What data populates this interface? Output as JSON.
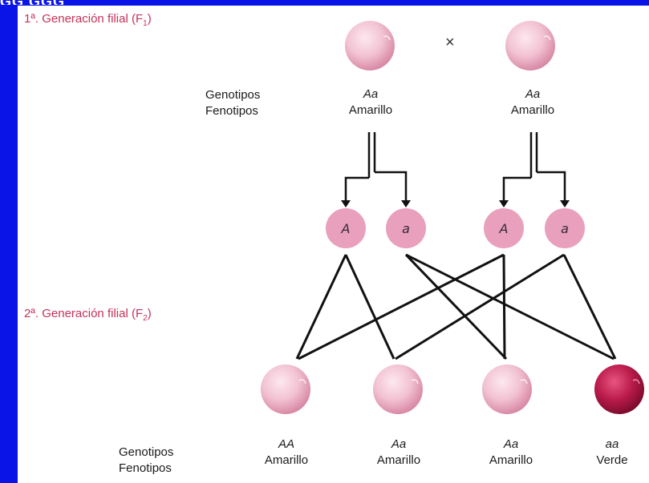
{
  "f1": {
    "title": "1ª. Generación filial (F",
    "title_sub": "1",
    "cross_symbol": "×",
    "labels": {
      "genotype": "Genotipos",
      "phenotype": "Fenotipos"
    },
    "parents": [
      {
        "genotype": "Aa",
        "phenotype": "Amarillo"
      },
      {
        "genotype": "Aa",
        "phenotype": "Amarillo"
      }
    ]
  },
  "gametes": [
    "A",
    "a",
    "A",
    "a"
  ],
  "f2": {
    "title": "2ª. Generación filial (F",
    "title_sub": "2",
    "labels": {
      "genotype": "Genotipos",
      "phenotype": "Fenotipos"
    },
    "offspring": [
      {
        "genotype": "AA",
        "phenotype": "Amarillo"
      },
      {
        "genotype": "Aa",
        "phenotype": "Amarillo"
      },
      {
        "genotype": "Aa",
        "phenotype": "Amarillo"
      },
      {
        "genotype": "aa",
        "phenotype": "Verde"
      }
    ]
  },
  "colors": {
    "background_frame": "#0a14e6",
    "yellow_pea": "#f0c4d4",
    "green_pea": "#b8184a",
    "gamete": "#e8a0bc",
    "title_text": "#c4325a"
  }
}
